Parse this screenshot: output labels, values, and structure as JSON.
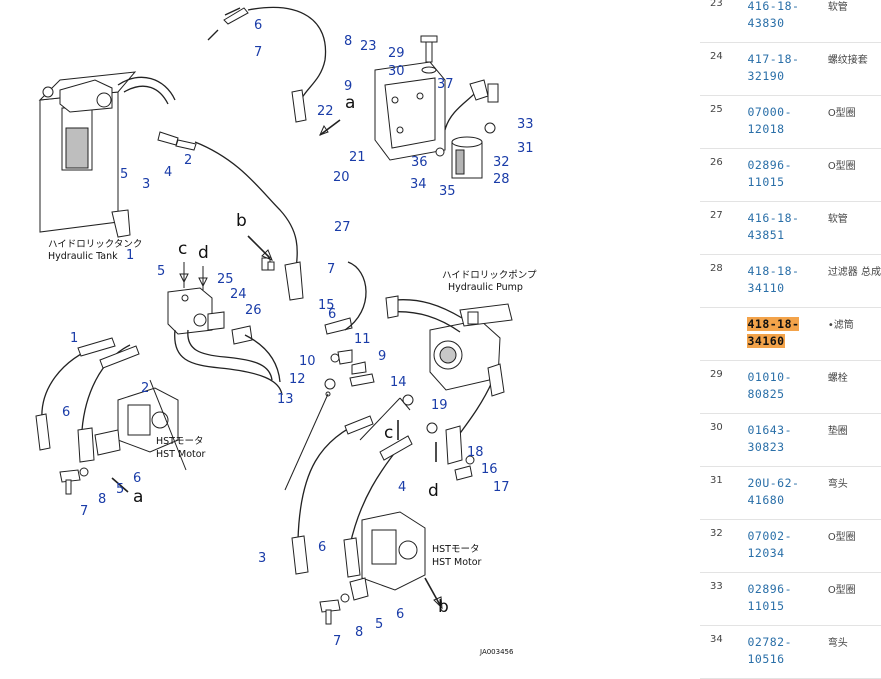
{
  "diagram": {
    "callouts": [
      "1",
      "2",
      "3",
      "4",
      "5",
      "6",
      "7",
      "8",
      "9",
      "10",
      "11",
      "12",
      "13",
      "14",
      "15",
      "16",
      "17",
      "18",
      "19",
      "20",
      "21",
      "22",
      "23",
      "24",
      "25",
      "26",
      "27",
      "28",
      "29",
      "30",
      "31",
      "32",
      "33",
      "34",
      "35",
      "36",
      "37"
    ],
    "letters": [
      "a",
      "b",
      "c",
      "d"
    ],
    "labels": {
      "tank_jp": "ハイドロリックタンク",
      "tank_en": "Hydraulic Tank",
      "pump_jp": "ハイドロリックポンプ",
      "pump_en": "Hydraulic Pump",
      "hst_jp": "HSTモータ",
      "hst_en": "HST Motor",
      "figure_code": "JA003456"
    }
  },
  "parts_table": {
    "rows": [
      {
        "index": "23",
        "part_no": [
          "416-18-",
          "43830"
        ],
        "name": "软管",
        "highlight": false
      },
      {
        "index": "24",
        "part_no": [
          "417-18-",
          "32190"
        ],
        "name": "螺纹接套",
        "highlight": false
      },
      {
        "index": "25",
        "part_no": [
          "07000-",
          "12018"
        ],
        "name": "O型圈",
        "highlight": false
      },
      {
        "index": "26",
        "part_no": [
          "02896-",
          "11015"
        ],
        "name": "O型圈",
        "highlight": false
      },
      {
        "index": "27",
        "part_no": [
          "416-18-",
          "43851"
        ],
        "name": "软管",
        "highlight": false
      },
      {
        "index": "28",
        "part_no": [
          "418-18-",
          "34110"
        ],
        "name": "过滤器 总成",
        "highlight": false
      },
      {
        "index": "",
        "part_no": [
          "418-18-",
          "34160"
        ],
        "name": "•滤筒",
        "highlight": true
      },
      {
        "index": "29",
        "part_no": [
          "01010-",
          "80825"
        ],
        "name": "螺栓",
        "highlight": false
      },
      {
        "index": "30",
        "part_no": [
          "01643-",
          "30823"
        ],
        "name": "垫圈",
        "highlight": false
      },
      {
        "index": "31",
        "part_no": [
          "20U-62-",
          "41680"
        ],
        "name": "弯头",
        "highlight": false
      },
      {
        "index": "32",
        "part_no": [
          "07002-",
          "12034"
        ],
        "name": "O型圈",
        "highlight": false
      },
      {
        "index": "33",
        "part_no": [
          "02896-",
          "11015"
        ],
        "name": "O型圈",
        "highlight": false
      },
      {
        "index": "34",
        "part_no": [
          "02782-",
          "10516"
        ],
        "name": "弯头",
        "highlight": false
      }
    ]
  }
}
